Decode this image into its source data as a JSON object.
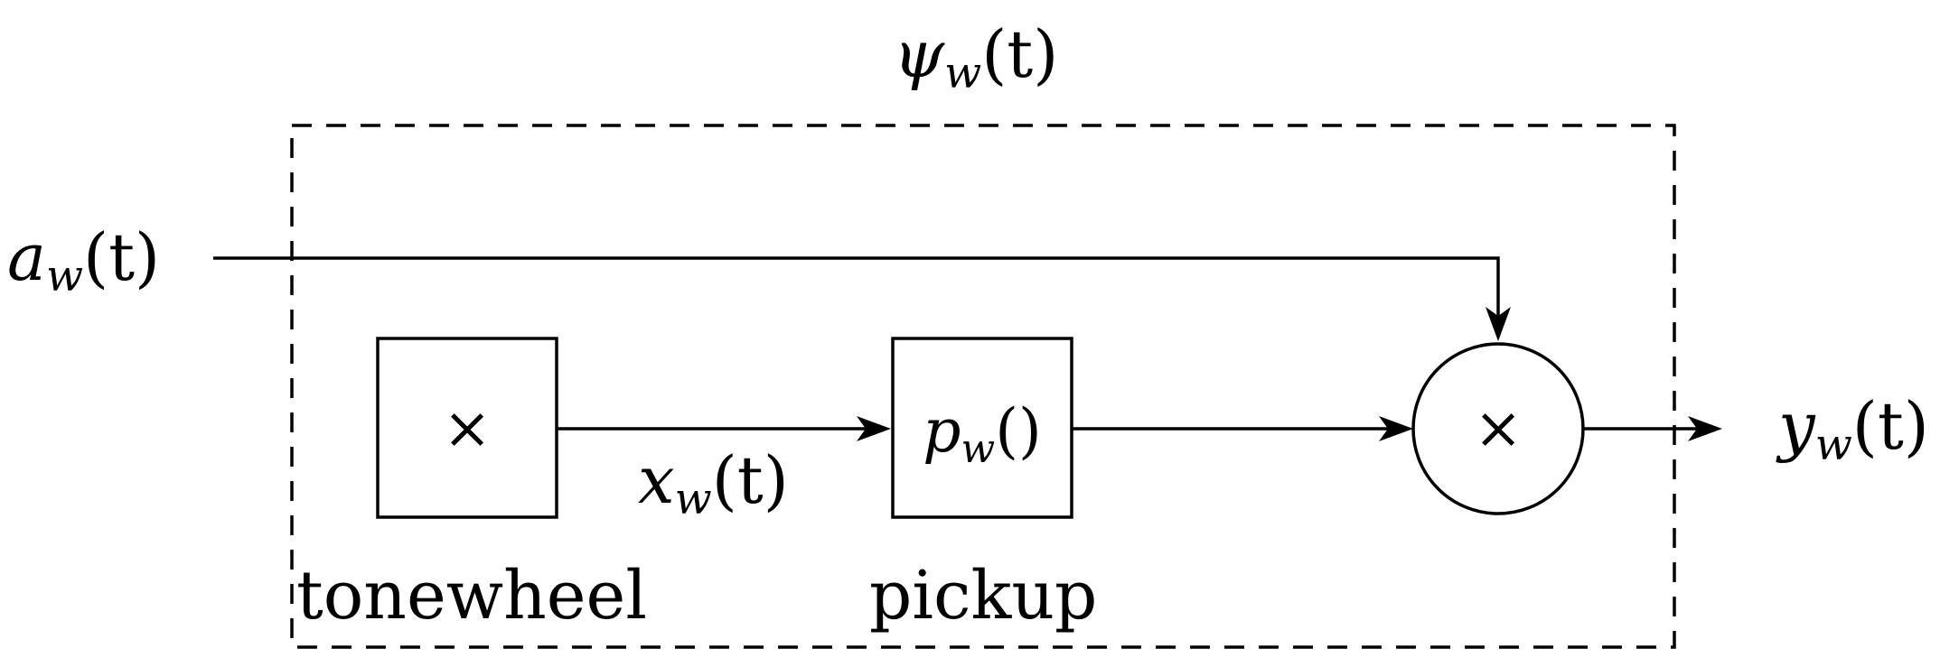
{
  "system": {
    "name": "ψ",
    "name_sub": "w",
    "name_arg": "(t)"
  },
  "input": {
    "name": "a",
    "name_sub": "w",
    "name_arg": "(t)"
  },
  "tonewheel": {
    "symbol": "×",
    "label": "tonewheel"
  },
  "signal_x": {
    "name": "x",
    "name_sub": "w",
    "name_arg": "(t)"
  },
  "pickup": {
    "fn_name": "p",
    "fn_sub": "w",
    "fn_arg": "()",
    "label": "pickup"
  },
  "multiplier": {
    "symbol": "×"
  },
  "output": {
    "name": "y",
    "name_sub": "w",
    "name_arg": "(t)"
  }
}
